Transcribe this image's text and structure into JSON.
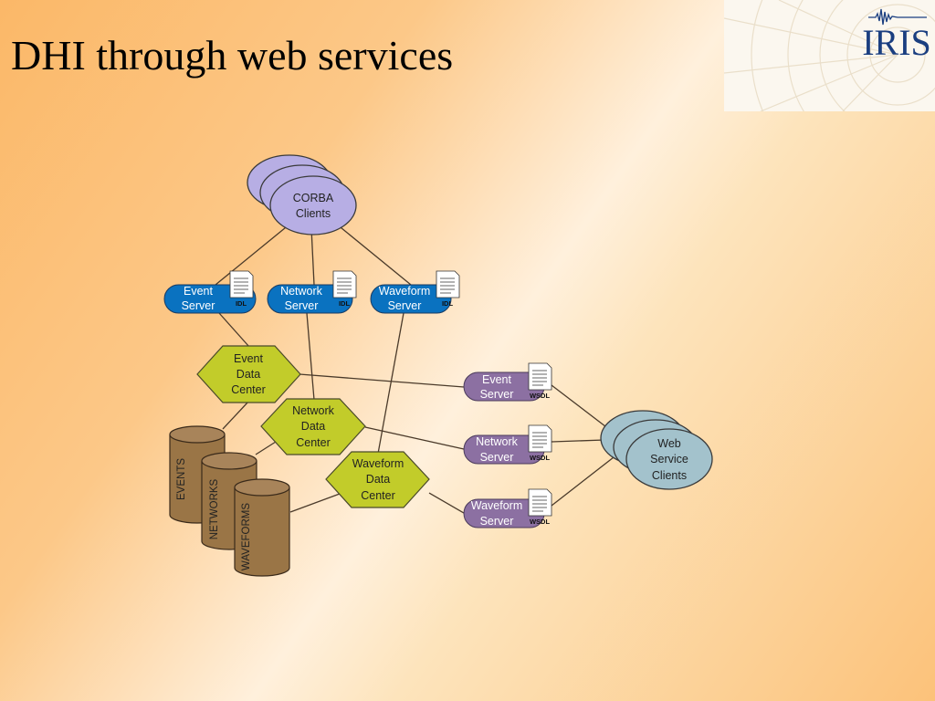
{
  "slide": {
    "title": "DHI through web services"
  },
  "logo": {
    "text": "IRIS"
  },
  "diagram": {
    "corba_clients": [
      "CORBA",
      "Clients"
    ],
    "idl_servers": [
      {
        "lines": [
          "Event",
          "Server"
        ],
        "tag": "IDL"
      },
      {
        "lines": [
          "Network",
          "Server"
        ],
        "tag": "IDL"
      },
      {
        "lines": [
          "Waveform",
          "Server"
        ],
        "tag": "IDL"
      }
    ],
    "data_centers": [
      {
        "lines": [
          "Event",
          "Data",
          "Center"
        ]
      },
      {
        "lines": [
          "Network",
          "Data",
          "Center"
        ]
      },
      {
        "lines": [
          "Waveform",
          "Data",
          "Center"
        ]
      }
    ],
    "databases": [
      "EVENTS",
      "NETWORKS",
      "WAVEFORMS"
    ],
    "wsdl_servers": [
      {
        "lines": [
          "Event",
          "Server"
        ],
        "tag": "WSDL"
      },
      {
        "lines": [
          "Network",
          "Server"
        ],
        "tag": "WSDL"
      },
      {
        "lines": [
          "Waveform",
          "Server"
        ],
        "tag": "WSDL"
      }
    ],
    "web_clients": [
      "Web",
      "Service",
      "Clients"
    ]
  },
  "colors": {
    "corba": "#b7aee4",
    "idl_server": "#0a72c0",
    "data_center": "#c2cc2a",
    "database": "#9a7546",
    "wsdl_server": "#8c70a2",
    "web_client": "#a3c2cc",
    "line": "#4a3a2a"
  }
}
